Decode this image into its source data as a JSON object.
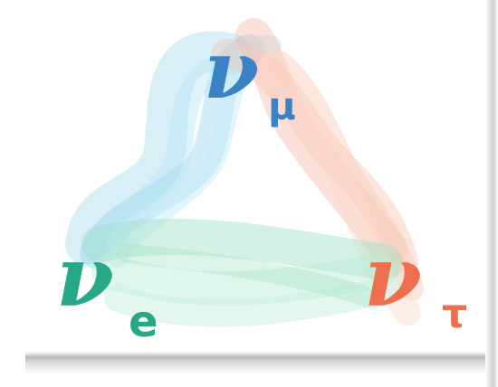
{
  "colors": {
    "muon": "#3b82c4",
    "muon_ribbon": "#8fd3ee",
    "tau": "#ee6f4e",
    "tau_ribbon": "#f6b49f",
    "electron": "#26a889",
    "electron_ribbon": "#9fe0c6"
  },
  "labels": {
    "muon": {
      "symbol": "ν",
      "subscript": "μ"
    },
    "tau": {
      "symbol": "ν",
      "subscript": "τ"
    },
    "electron": {
      "symbol": "ν",
      "subscript": "e"
    }
  }
}
